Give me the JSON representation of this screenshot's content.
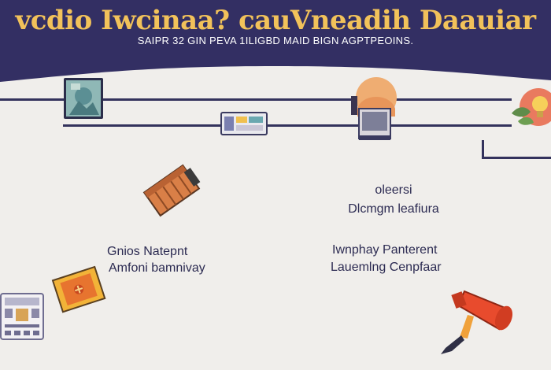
{
  "header": {
    "title": "vcdio Iwcinaa? cauVneadih Daauiar",
    "subtitle": "SAIPR 32 GIN PEVA 1ILIGBD MAID BIGN AGPTPEOINS.",
    "background_color": "#332f63",
    "title_color": "#f2c25a"
  },
  "labels": {
    "top_right_line1": "oleersi",
    "top_right_line2": "Dlcmgm leafiura",
    "left_line1": "Gnios Natepnt",
    "left_line2": "Amfoni bamnivay",
    "right_line1": "Iwnphay Panterent",
    "right_line2": "Lauemlng Cenpfaar"
  },
  "icons": {
    "network_photo": "photo-frame-icon",
    "network_dashboard": "dashboard-window-icon",
    "network_person": "person-with-laptop-icon",
    "network_end": "lightbulb-plant-icon",
    "middle_left": "book-stack-icon",
    "bottom_left_device": "control-panel-icon",
    "bottom_left_box": "orange-package-icon",
    "bottom_right": "megaphone-icon"
  }
}
